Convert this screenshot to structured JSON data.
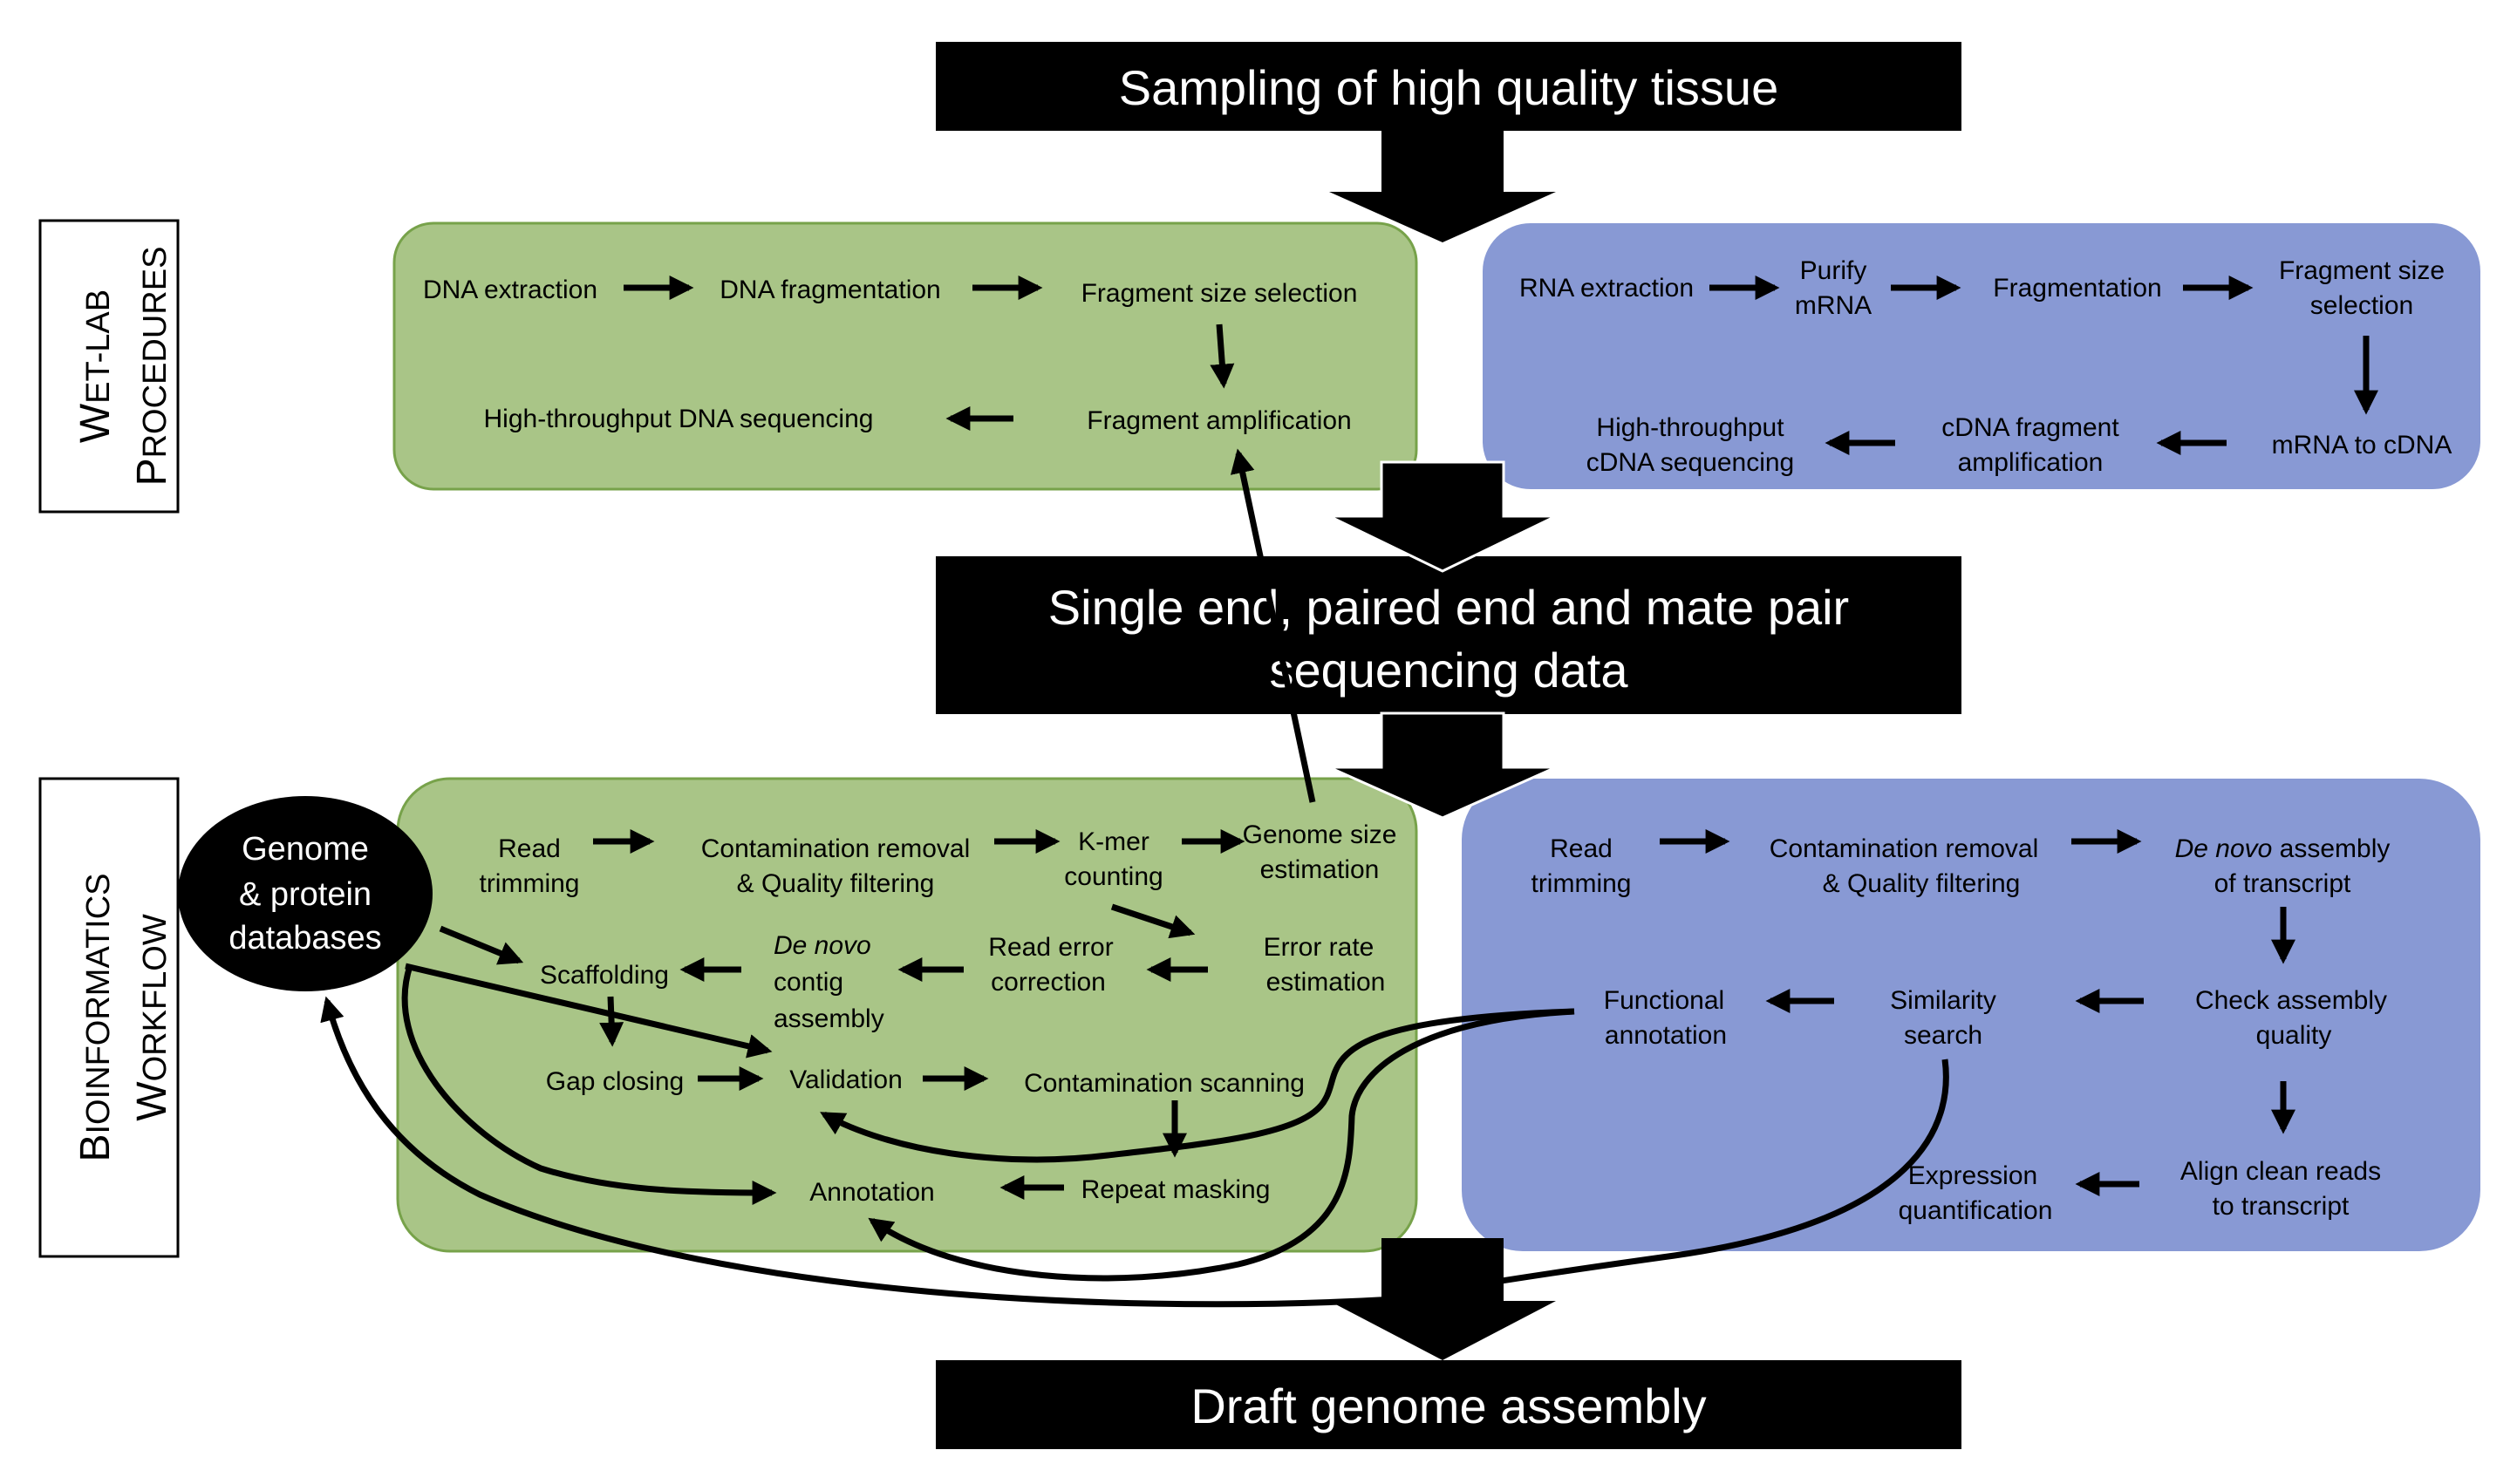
{
  "banners": {
    "top": "Sampling of high quality tissue",
    "middle_line1": "Single end, paired end and mate pair",
    "middle_line2": "sequencing data",
    "bottom": "Draft genome assembly"
  },
  "side_labels": {
    "wetlab": {
      "line1_cap": "W",
      "line1_rest": "ET-LAB",
      "line2_cap": "P",
      "line2_rest": "ROCEDURES"
    },
    "bioinf": {
      "line1_cap": "B",
      "line1_rest": "IOINFORMATICS",
      "line2_cap": "W",
      "line2_rest": "ORKFLOW"
    }
  },
  "database": {
    "line1": "Genome",
    "line2": "& protein",
    "line3": "databases"
  },
  "wet_dna": {
    "dna_extraction": "DNA extraction",
    "dna_fragmentation": "DNA fragmentation",
    "fragment_size_selection": "Fragment size selection",
    "fragment_amplification": "Fragment amplification",
    "ht_dna_sequencing": "High-throughput DNA sequencing"
  },
  "wet_rna": {
    "rna_extraction": "RNA extraction",
    "purify_l1": "Purify",
    "purify_l2": "mRNA",
    "fragmentation": "Fragmentation",
    "fss_l1": "Fragment size",
    "fss_l2": "selection",
    "mrna_to_cdna": "mRNA to cDNA",
    "cdna_amp_l1": "cDNA fragment",
    "cdna_amp_l2": "amplification",
    "ht_cdna_l1": "High-throughput",
    "ht_cdna_l2": "cDNA sequencing"
  },
  "bio_genome": {
    "read_trim_l1": "Read",
    "read_trim_l2": "trimming",
    "contam_l1": "Contamination removal",
    "contam_l2": "& Quality filtering",
    "kmer_l1": "K-mer",
    "kmer_l2": "counting",
    "gsize_l1": "Genome size",
    "gsize_l2": "estimation",
    "err_est_l1": "Error rate",
    "err_est_l2": "estimation",
    "read_err_l1": "Read error",
    "read_err_l2": "correction",
    "denovo_italic": "De novo",
    "denovo_l2": "contig",
    "denovo_l3": "assembly",
    "scaffolding": "Scaffolding",
    "gap_closing": "Gap closing",
    "validation": "Validation",
    "contam_scan": "Contamination scanning",
    "repeat_masking": "Repeat masking",
    "annotation": "Annotation"
  },
  "bio_transcriptome": {
    "read_trim_l1": "Read",
    "read_trim_l2": "trimming",
    "contam_l1": "Contamination removal",
    "contam_l2": "& Quality filtering",
    "denovo_italic": "De novo",
    "denovo_rest": " assembly",
    "denovo_l2": "of transcript",
    "check_l1": "Check assembly",
    "check_l2": "quality",
    "align_l1": "Align clean reads",
    "align_l2": "to transcript",
    "expr_l1": "Expression",
    "expr_l2": "quantification",
    "sim_l1": "Similarity",
    "sim_l2": "search",
    "func_l1": "Functional",
    "func_l2": "annotation"
  },
  "colors": {
    "green_box": "#a9c587",
    "green_border": "#77a24a",
    "blue_box": "#8899d4",
    "banner": "#000000"
  }
}
